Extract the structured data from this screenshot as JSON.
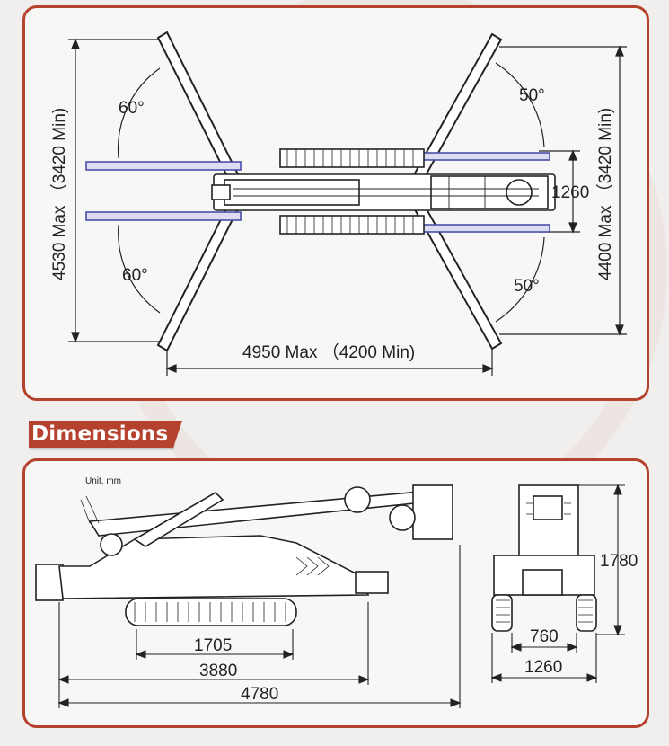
{
  "section_title": "Dimensions",
  "top_view": {
    "angle_top_left": "60°",
    "angle_bottom_left": "60°",
    "angle_top_right": "50°",
    "angle_bottom_right": "50°",
    "left_height": "4530 Max （3420 Min)",
    "right_height": "4400 Max （3420 Min)",
    "outrigger_gap": "1260",
    "span": "4950 Max （4200 Min)"
  },
  "side_view": {
    "unit_label": "Unit, mm",
    "track_length": "1705",
    "body_length": "3880",
    "total_length": "4780"
  },
  "front_view": {
    "height": "1780",
    "track_gap": "760",
    "total_width": "1260"
  },
  "colors": {
    "accent": "#b5422f",
    "panel": "#f7f7f6",
    "background": "#f0efee"
  }
}
